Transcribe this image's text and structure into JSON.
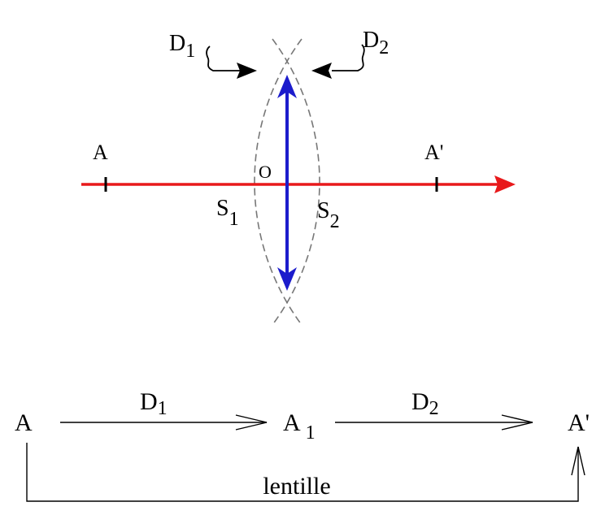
{
  "top_diagram": {
    "label_d1": "D",
    "label_d1_sub": "1",
    "label_d2": "D",
    "label_d2_sub": "2",
    "label_a": "A",
    "label_a_prime": "A'",
    "label_o": "O",
    "label_s1": "S",
    "label_s1_sub": "1",
    "label_s2": "S",
    "label_s2_sub": "2"
  },
  "bottom_diagram": {
    "label_a": "A",
    "label_d1": "D",
    "label_d1_sub": "1",
    "label_a1": "A",
    "label_a1_sub": "1",
    "label_d2": "D",
    "label_d2_sub": "2",
    "label_a_prime": "A'",
    "label_lentille": "lentille"
  },
  "colors": {
    "axis": "#e8191b",
    "lens_arrow": "#1c1ccc",
    "dioptre": "#777777",
    "ink": "#000000"
  }
}
